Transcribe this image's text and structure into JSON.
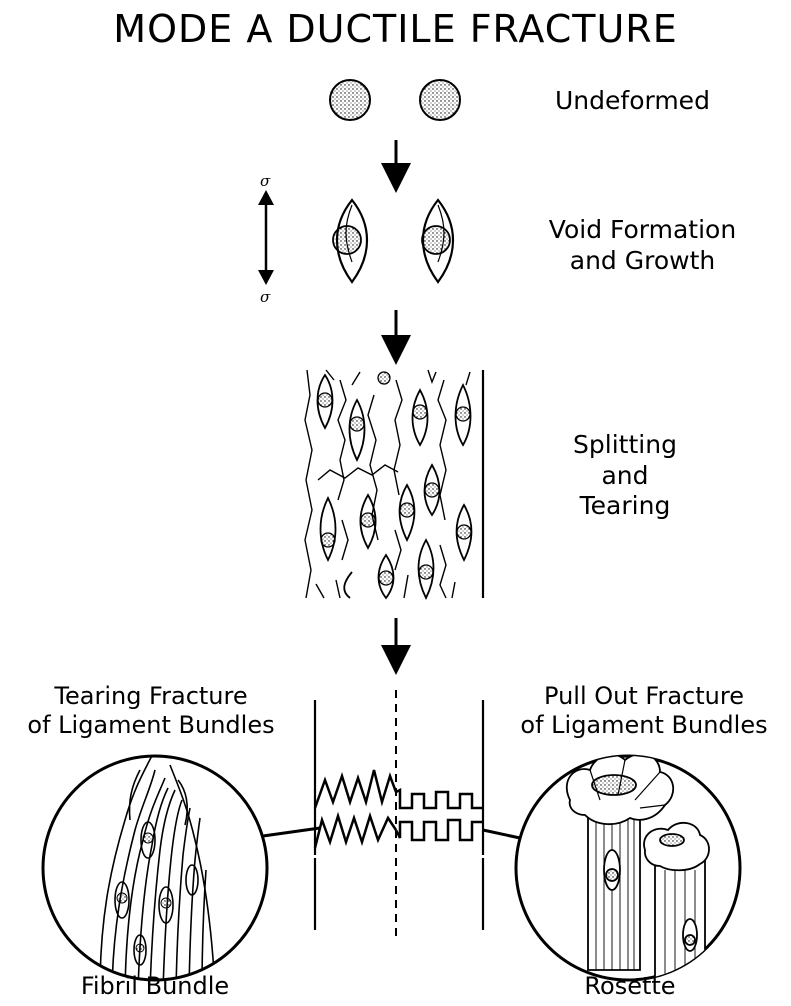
{
  "title": "MODE A DUCTILE FRACTURE",
  "stages": {
    "undeformed": "Undeformed",
    "void_line1": "Void Formation",
    "void_line2": "and Growth",
    "split_line1": "Splitting",
    "split_line2": "and",
    "split_line3": "Tearing"
  },
  "stress": {
    "top": "σ",
    "bottom": "σ"
  },
  "fracture": {
    "left_line1": "Tearing Fracture",
    "left_line2": "of Ligament Bundles",
    "right_line1": "Pull Out Fracture",
    "right_line2": "of Ligament Bundles"
  },
  "insets": {
    "left": "Fibril Bundle",
    "right": "Rosette"
  }
}
